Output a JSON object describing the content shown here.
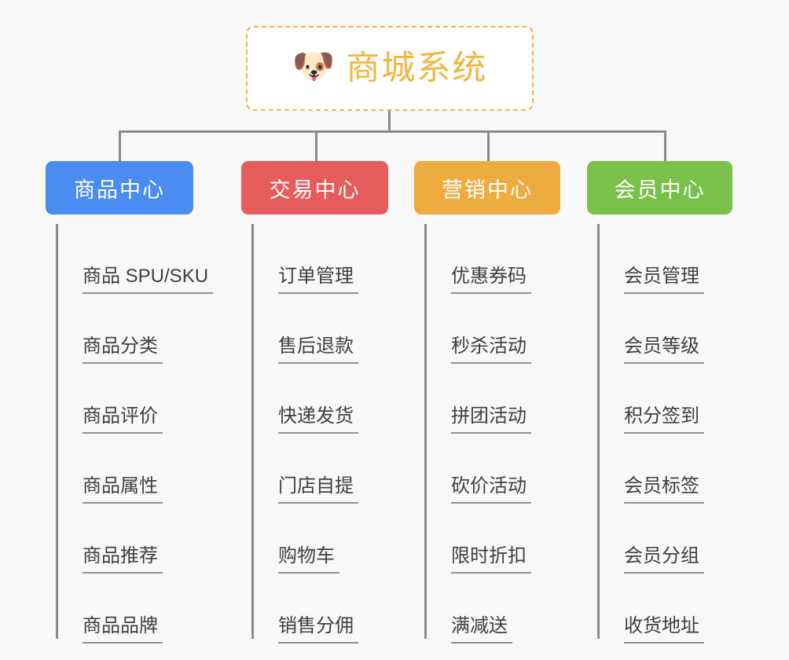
{
  "diagram": {
    "type": "org-chart",
    "background_color": "#f8f8f8",
    "connector_color": "#8a8a8a",
    "root": {
      "icon": "dog-face-emoji",
      "icon_glyph": "🐶",
      "title": "商城系统",
      "text_color": "#f1b63f",
      "border_color": "#f3b340",
      "border_style": "dashed",
      "background_color": "#ffffff"
    },
    "columns": [
      {
        "id": "product-center",
        "label": "商品中心",
        "color": "#4a8df0",
        "items": [
          "商品 SPU/SKU",
          "商品分类",
          "商品评价",
          "商品属性",
          "商品推荐",
          "商品品牌"
        ]
      },
      {
        "id": "trade-center",
        "label": "交易中心",
        "color": "#e65c5c",
        "items": [
          "订单管理",
          "售后退款",
          "快递发货",
          "门店自提",
          "购物车",
          "销售分佣"
        ]
      },
      {
        "id": "marketing-center",
        "label": "营销中心",
        "color": "#eeab3f",
        "items": [
          "优惠券码",
          "秒杀活动",
          "拼团活动",
          "砍价活动",
          "限时折扣",
          "满减送"
        ]
      },
      {
        "id": "member-center",
        "label": "会员中心",
        "color": "#79c council",
        "items": [
          "会员管理",
          "会员等级",
          "积分签到",
          "会员标签",
          "会员分组",
          "收货地址"
        ]
      }
    ]
  }
}
